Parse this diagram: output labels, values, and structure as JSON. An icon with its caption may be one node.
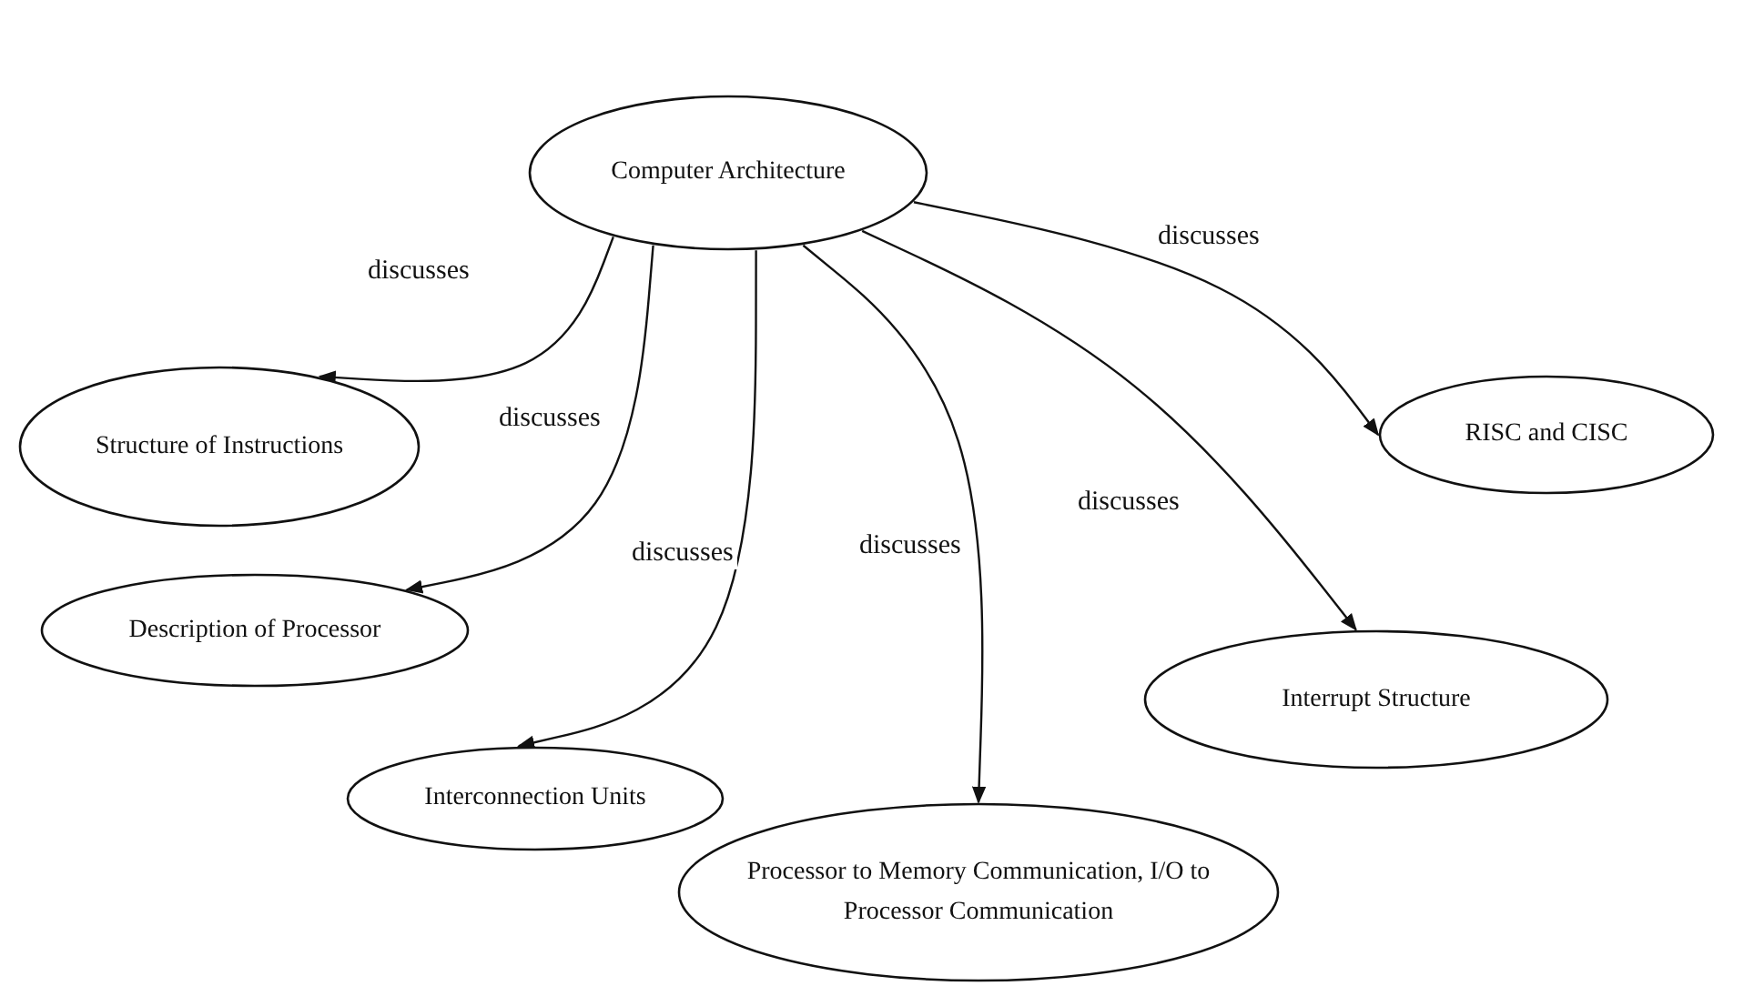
{
  "diagram": {
    "nodes": [
      {
        "text": [
          "Computer Architecture"
        ]
      },
      {
        "text": [
          "Structure of Instructions"
        ]
      },
      {
        "text": [
          "Description of Processor"
        ]
      },
      {
        "text": [
          "Interconnection Units"
        ]
      },
      {
        "text": [
          "Processor to Memory Communication, I/O to Processor Communication"
        ]
      },
      {
        "text": [
          "Interrupt Structure"
        ]
      },
      {
        "text": [
          "RISC and CISC"
        ]
      }
    ],
    "edges": [
      {
        "from": 0,
        "to": 1,
        "arrow": "to",
        "label": "discusses"
      },
      {
        "from": 0,
        "to": 2,
        "arrow": "to",
        "label": "discusses"
      },
      {
        "from": 0,
        "to": 3,
        "arrow": "to",
        "label": "discusses"
      },
      {
        "from": 0,
        "to": 4,
        "arrow": "to",
        "label": "discusses"
      },
      {
        "from": 0,
        "to": 5,
        "arrow": "to",
        "label": "discusses"
      },
      {
        "from": 0,
        "to": 6,
        "arrow": "to",
        "label": "discusses"
      }
    ]
  }
}
